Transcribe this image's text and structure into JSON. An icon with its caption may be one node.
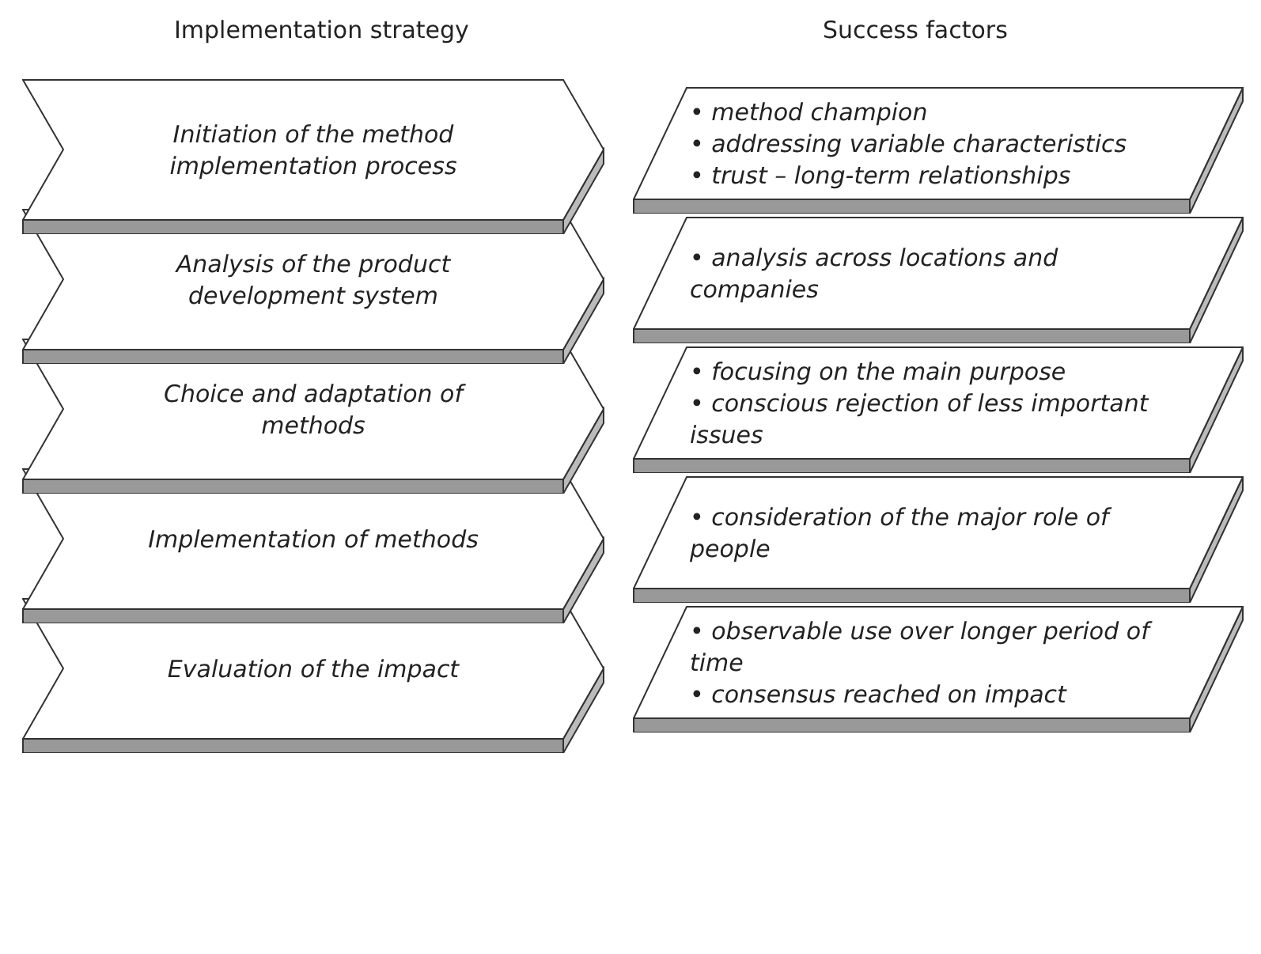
{
  "diagram": {
    "nodes": [
      {
        "text": [
          "Initiation of the method implementation process"
        ]
      },
      {
        "text": [
          "Analysis of the product development system"
        ]
      },
      {
        "text": [
          "Choice and adaptation of methods"
        ]
      },
      {
        "text": [
          "Implementation of methods"
        ]
      },
      {
        "text": [
          "Evaluation of the impact"
        ]
      },
      {
        "text": [
          "• method champion",
          "• addressing variable characteristics",
          "• trust – long-term relationships"
        ]
      },
      {
        "text": [
          "• analysis across locations and companies"
        ]
      },
      {
        "text": [
          "• focusing on the main purpose",
          "• conscious rejection of less important issues"
        ]
      },
      {
        "text": [
          "• consideration of the major role of people"
        ]
      },
      {
        "text": [
          "• observable use over longer period of time",
          "• consensus reached on impact"
        ]
      }
    ],
    "labels": [
      "Implementation strategy",
      "Success factors"
    ]
  }
}
